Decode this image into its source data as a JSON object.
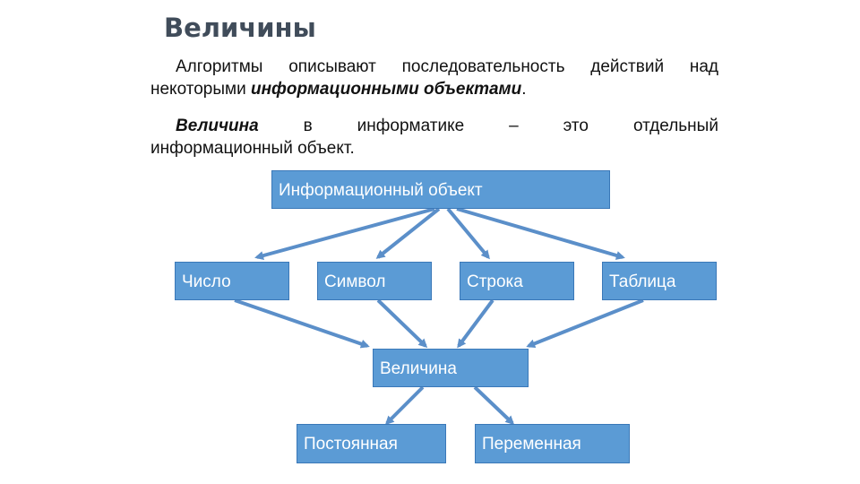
{
  "title": "Величины",
  "paragraph1": {
    "line1": "Алгоритмы описывают последовательность действий над",
    "line2_prefix": "некоторыми ",
    "line2_emph": "информационными объектами",
    "line2_suffix": "."
  },
  "paragraph2": {
    "w1": "Величина",
    "w2": "в",
    "w3": "информатике",
    "w4": "–",
    "w5": "это",
    "w6": "отдельный",
    "line2": "информационный объект."
  },
  "diagram": {
    "top": "Информационный объект",
    "types": [
      "Число",
      "Символ",
      "Строка",
      "Таблица"
    ],
    "middle": "Величина",
    "kinds": [
      "Постоянная",
      "Переменная"
    ],
    "colors": {
      "box": "#5b9bd5",
      "arrow": "#5b8fc9"
    }
  }
}
